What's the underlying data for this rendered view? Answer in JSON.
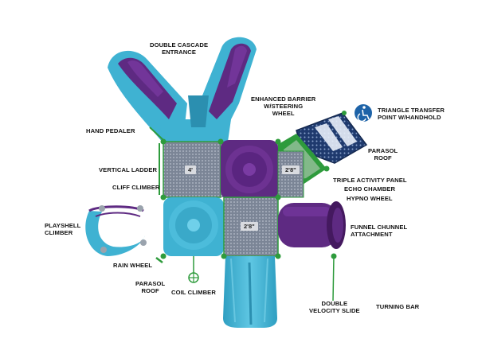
{
  "labels": {
    "double_cascade_entrance": "DOUBLE CASCADE\nENTRANCE",
    "enhanced_barrier": "ENHANCED BARRIER\nW/STEERING\nWHEEL",
    "triangle_transfer": "TRIANGLE TRANSFER\nPOINT W/HANDHOLD",
    "hand_pedaler": "HAND PEDALER",
    "parasol_roof_right": "PARASOL\nROOF",
    "vertical_ladder": "VERTICAL LADDER",
    "cliff_climber": "CLIFF CLIMBER",
    "triple_activity_panel": "TRIPLE ACTIVITY PANEL",
    "echo_chamber": "ECHO CHAMBER",
    "hypno_wheel": "HYPNO WHEEL",
    "playshell_climber": "PLAYSHELL\nCLIMBER",
    "funnel_chunnel": "FUNNEL CHUNNEL\nATTACHMENT",
    "rain_wheel": "RAIN WHEEL",
    "parasol_roof_left": "PARASOL\nROOF",
    "coil_climber": "COIL CLIMBER",
    "double_velocity_slide": "DOUBLE\nVELOCITY SLIDE",
    "turning_bar": "TURNING BAR"
  },
  "decks": {
    "deck_a": "4'",
    "deck_b": "2'8\"",
    "deck_c": "2'8\""
  },
  "colors": {
    "teal": "#3fb2d2",
    "teal_dark": "#2b8fb0",
    "purple": "#5e2a82",
    "purple_dark": "#44195f",
    "navy": "#1f3a6e",
    "green": "#2e9b3c",
    "deck": "#7d8797"
  },
  "icons": {
    "accessibility": "wheelchair-accessibility-icon"
  }
}
